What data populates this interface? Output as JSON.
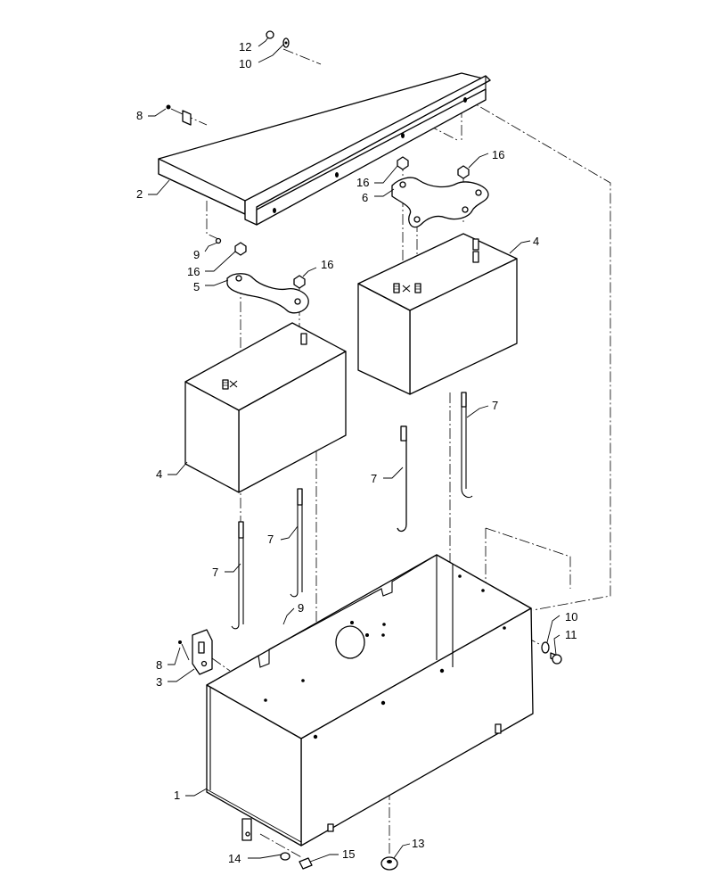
{
  "callouts": {
    "c12": "12",
    "c10_top": "10",
    "c8_top": "8",
    "c2": "2",
    "c9_top": "9",
    "c16_a": "16",
    "c16_b": "16",
    "c16_c": "16",
    "c16_d": "16",
    "c6": "6",
    "c5": "5",
    "c4_right": "4",
    "c4_left": "4",
    "c7_right": "7",
    "c7_mid": "7",
    "c7_left": "7",
    "c7_lower": "7",
    "c9_low": "9",
    "c8_low": "8",
    "c3": "3",
    "c10_right": "10",
    "c11": "11",
    "c1": "1",
    "c13": "13",
    "c14": "14",
    "c15": "15"
  }
}
